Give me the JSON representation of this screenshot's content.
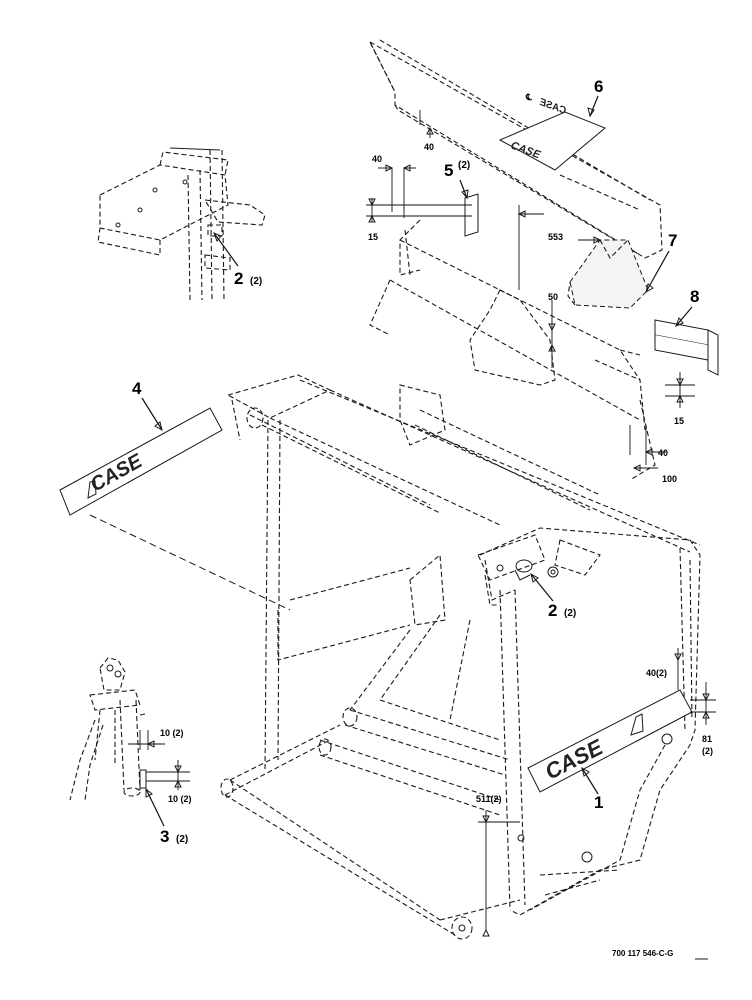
{
  "callouts": {
    "c1": "1",
    "c2a": "2",
    "c2a_qty": "(2)",
    "c2b": "2",
    "c2b_qty": "(2)",
    "c3": "3",
    "c3_qty": "(2)",
    "c4": "4",
    "c5": "5",
    "c5_qty": "(2)",
    "c6": "6",
    "c7": "7",
    "c8": "8"
  },
  "dimensions": {
    "d40_top": "40",
    "d40_left": "40",
    "d15_left": "15",
    "d553": "553",
    "d50": "50",
    "d15_right": "15",
    "d40_right": "40",
    "d100": "100",
    "d40_2": "40(2)",
    "d81": "81",
    "d81_qty": "(2)",
    "d511": "511(2)",
    "d10_top": "10 (2)",
    "d10_bottom": "10 (2)"
  },
  "decal_text": {
    "brand": "CASE"
  },
  "symbols": {
    "centerline": "℄"
  },
  "drawing_code": "700 117 546-C-G"
}
